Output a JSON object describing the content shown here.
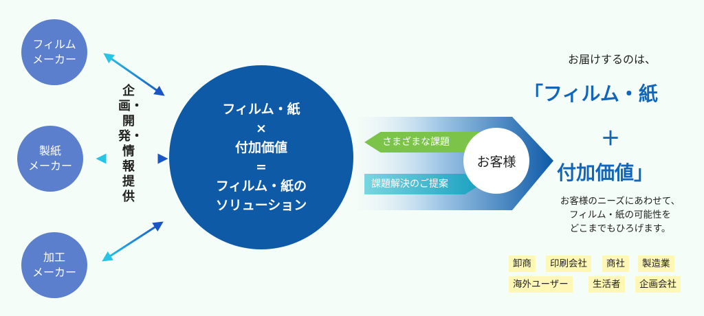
{
  "makers": [
    {
      "line1": "フィルム",
      "line2": "メーカー"
    },
    {
      "line1": "製紙",
      "line2": "メーカー"
    },
    {
      "line1": "加工",
      "line2": "メーカー"
    }
  ],
  "vertical_label": "企画・開発・情報提供",
  "center": {
    "line1": "フィルム・紙",
    "line2": "×",
    "line3": "付加価値",
    "line4": "=",
    "line5": "フィルム・紙の",
    "line6": "ソリューション"
  },
  "tags": {
    "green": "さまざまな課題",
    "teal": "課題解決のご提案"
  },
  "customer": "お客様",
  "right": {
    "intro": "お届けするのは、",
    "big_line1": "「フィルム・紙",
    "plus": "＋",
    "big_line2": "付加価値」",
    "desc1": "お客様のニーズにあわせて、",
    "desc2": "フィルム・紙の可能性を",
    "desc3": "どこまでもひろげます。"
  },
  "chips": [
    "卸商",
    "印刷会社",
    "商社",
    "製造業",
    "海外ユーザー",
    "生活者",
    "企画会社"
  ],
  "colors": {
    "background": "#f4fdf7",
    "maker_circle": "#5b7fcc",
    "center_circle": "#0e5aa7",
    "accent_text": "#1166bb",
    "chip_bg": "#fef7b6",
    "green_tag": "#7cc34a",
    "teal_tag": "#19a0c0"
  }
}
